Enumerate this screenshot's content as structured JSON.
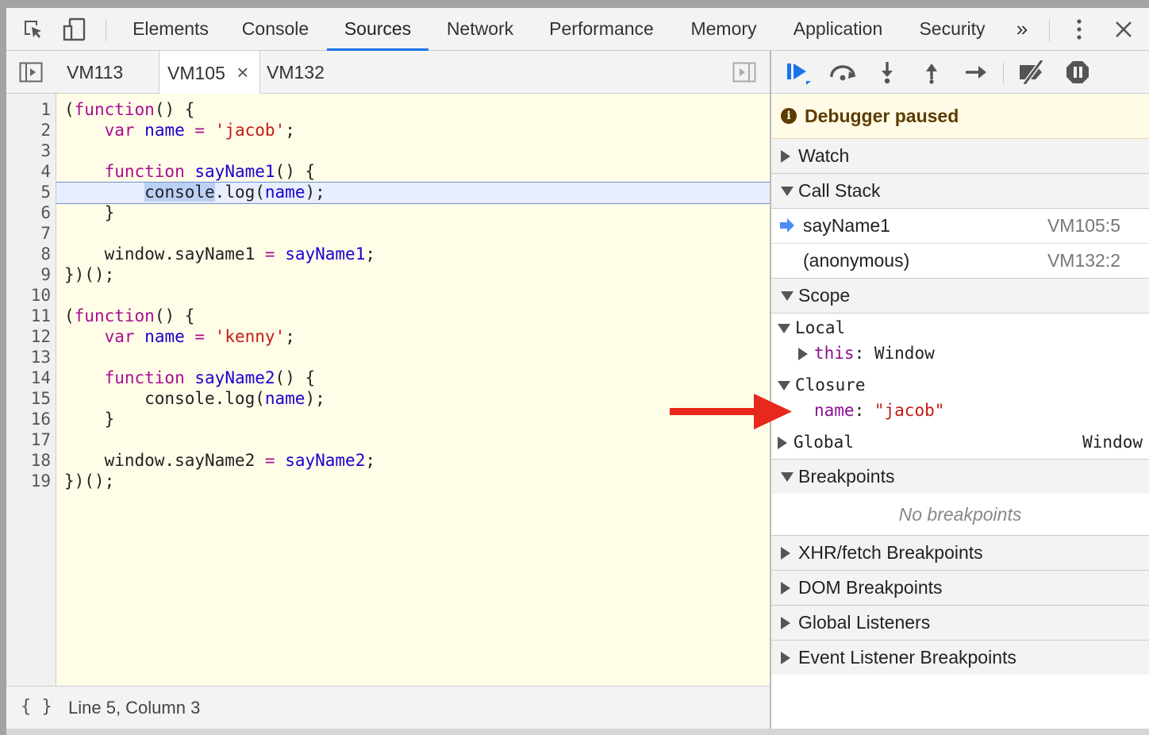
{
  "toolbar": {
    "tabs": [
      "Elements",
      "Console",
      "Sources",
      "Network",
      "Performance",
      "Memory",
      "Application",
      "Security"
    ],
    "active_tab": "Sources",
    "more_label": "»"
  },
  "files": {
    "tabs": [
      "VM113",
      "VM105",
      "VM132"
    ],
    "active": "VM105",
    "close_glyph": "×"
  },
  "editor": {
    "line_numbers": [
      "1",
      "2",
      "3",
      "4",
      "5",
      "6",
      "7",
      "8",
      "9",
      "10",
      "11",
      "12",
      "13",
      "14",
      "15",
      "16",
      "17",
      "18",
      "19"
    ],
    "current_line": 5
  },
  "status": {
    "braces": "{ }",
    "position": "Line 5, Column 3"
  },
  "debugger": {
    "paused_text": "Debugger paused",
    "sections": {
      "watch": "Watch",
      "call_stack": "Call Stack",
      "scope": "Scope",
      "breakpoints": "Breakpoints",
      "xhr": "XHR/fetch Breakpoints",
      "dom": "DOM Breakpoints",
      "global_listeners": "Global Listeners",
      "event_listener": "Event Listener Breakpoints"
    },
    "call_stack": [
      {
        "name": "sayName1",
        "location": "VM105:5"
      },
      {
        "name": "(anonymous)",
        "location": "VM132:2"
      }
    ],
    "scope": {
      "local_label": "Local",
      "this_key": "this",
      "this_value": "Window",
      "closure_label": "Closure",
      "closure_key": "name",
      "closure_value": "\"jacob\"",
      "global_label": "Global",
      "global_value": "Window"
    },
    "no_breakpoints": "No breakpoints"
  },
  "colors": {
    "accent": "#1a73e8",
    "annotation_arrow": "#e8281c"
  }
}
